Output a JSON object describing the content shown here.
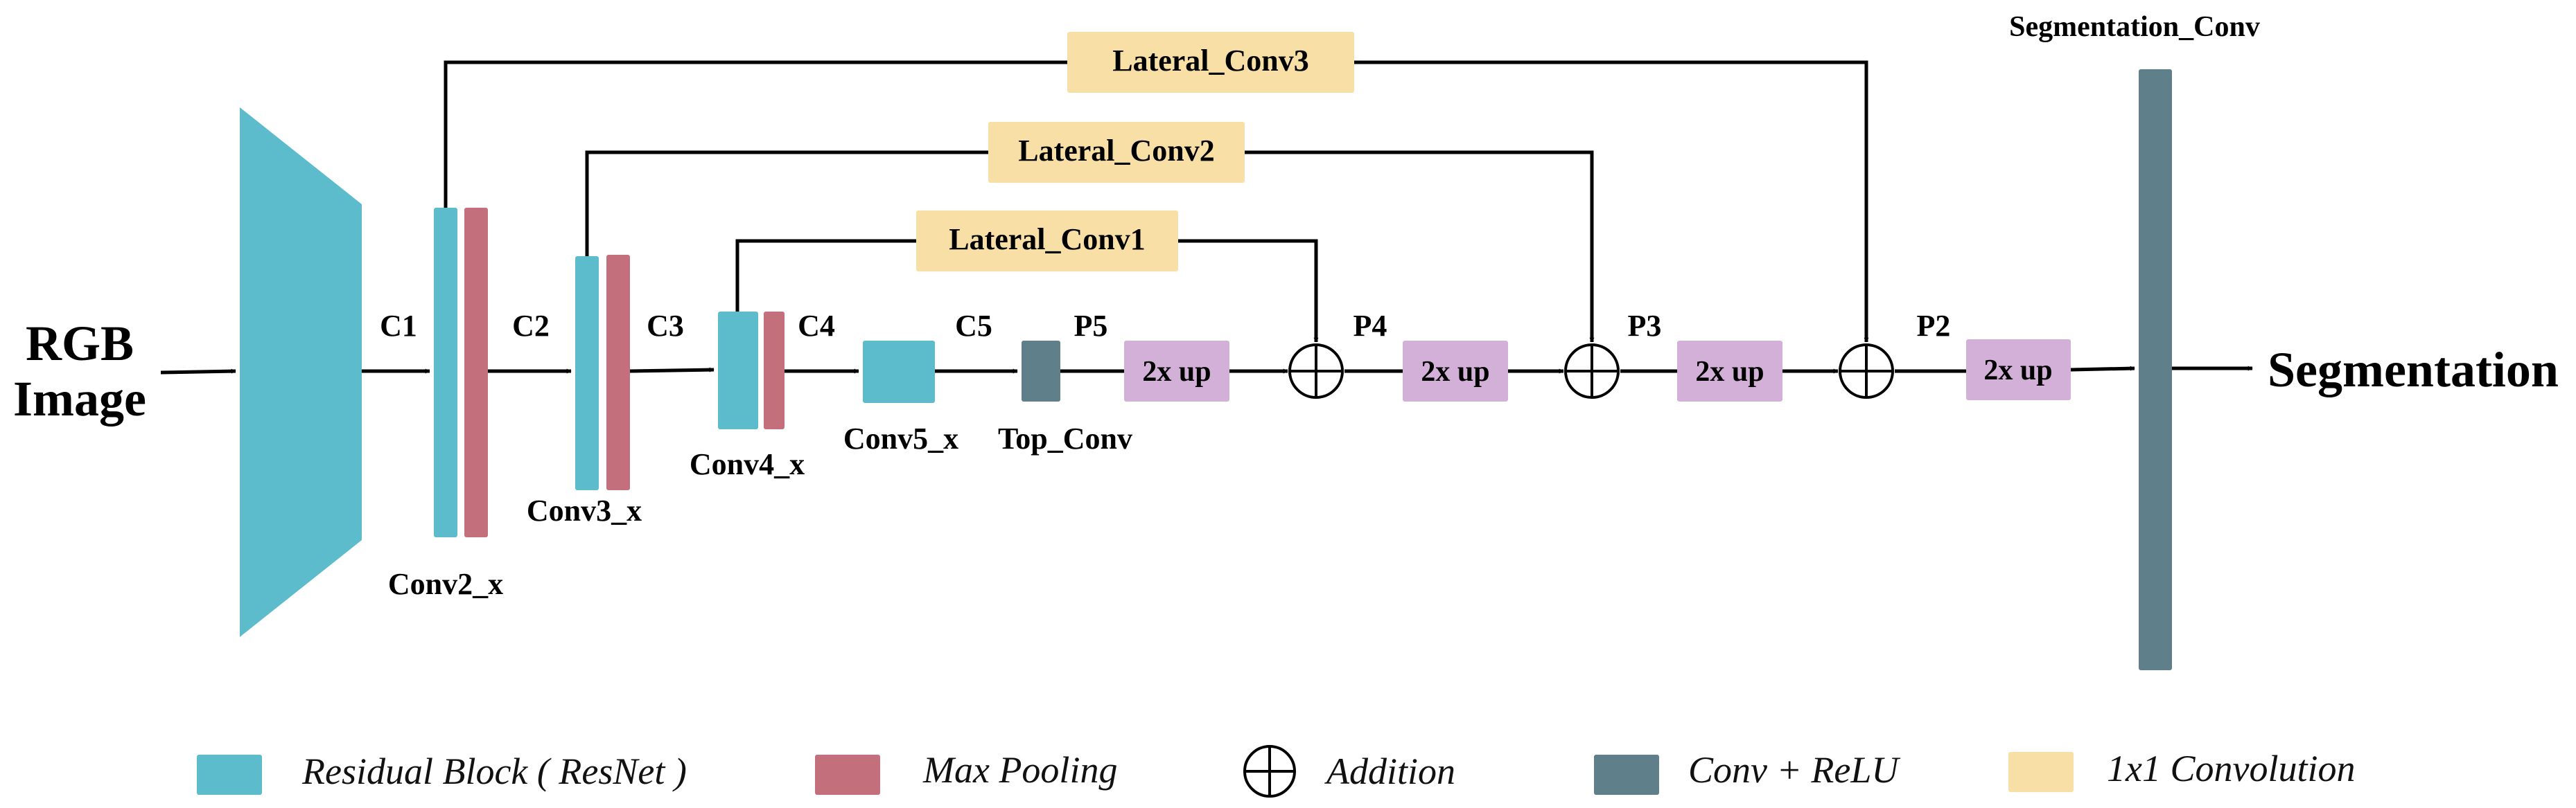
{
  "colors": {
    "residual": "#5cbccc",
    "pool": "#c4707c",
    "conv_relu": "#5f7f8a",
    "lateral": "#f8dfa6",
    "upsample": "#d3b0d8",
    "line": "#000000"
  },
  "input": {
    "line1": "RGB",
    "line2": "Image"
  },
  "output": {
    "label": "Segmentation"
  },
  "features": {
    "c1": "C1",
    "c2": "C2",
    "c3": "C3",
    "c4": "C4",
    "c5": "C5",
    "p5": "P5",
    "p4": "P4",
    "p3": "P3",
    "p2": "P2"
  },
  "blocks": {
    "conv2": "Conv2_x",
    "conv3": "Conv3_x",
    "conv4": "Conv4_x",
    "conv5": "Conv5_x",
    "top": "Top_Conv",
    "seg_conv": "Segmentation_Conv"
  },
  "laterals": {
    "l1": "Lateral_Conv1",
    "l2": "Lateral_Conv2",
    "l3": "Lateral_Conv3"
  },
  "upsample": {
    "u1": "2x up",
    "u2": "2x up",
    "u3": "2x up",
    "u4": "2x up"
  },
  "legend": {
    "residual": "Residual Block ( ResNet )",
    "pool": "Max Pooling",
    "add": "Addition",
    "conv_relu": "Conv + ReLU",
    "lateral": "1x1 Convolution"
  }
}
